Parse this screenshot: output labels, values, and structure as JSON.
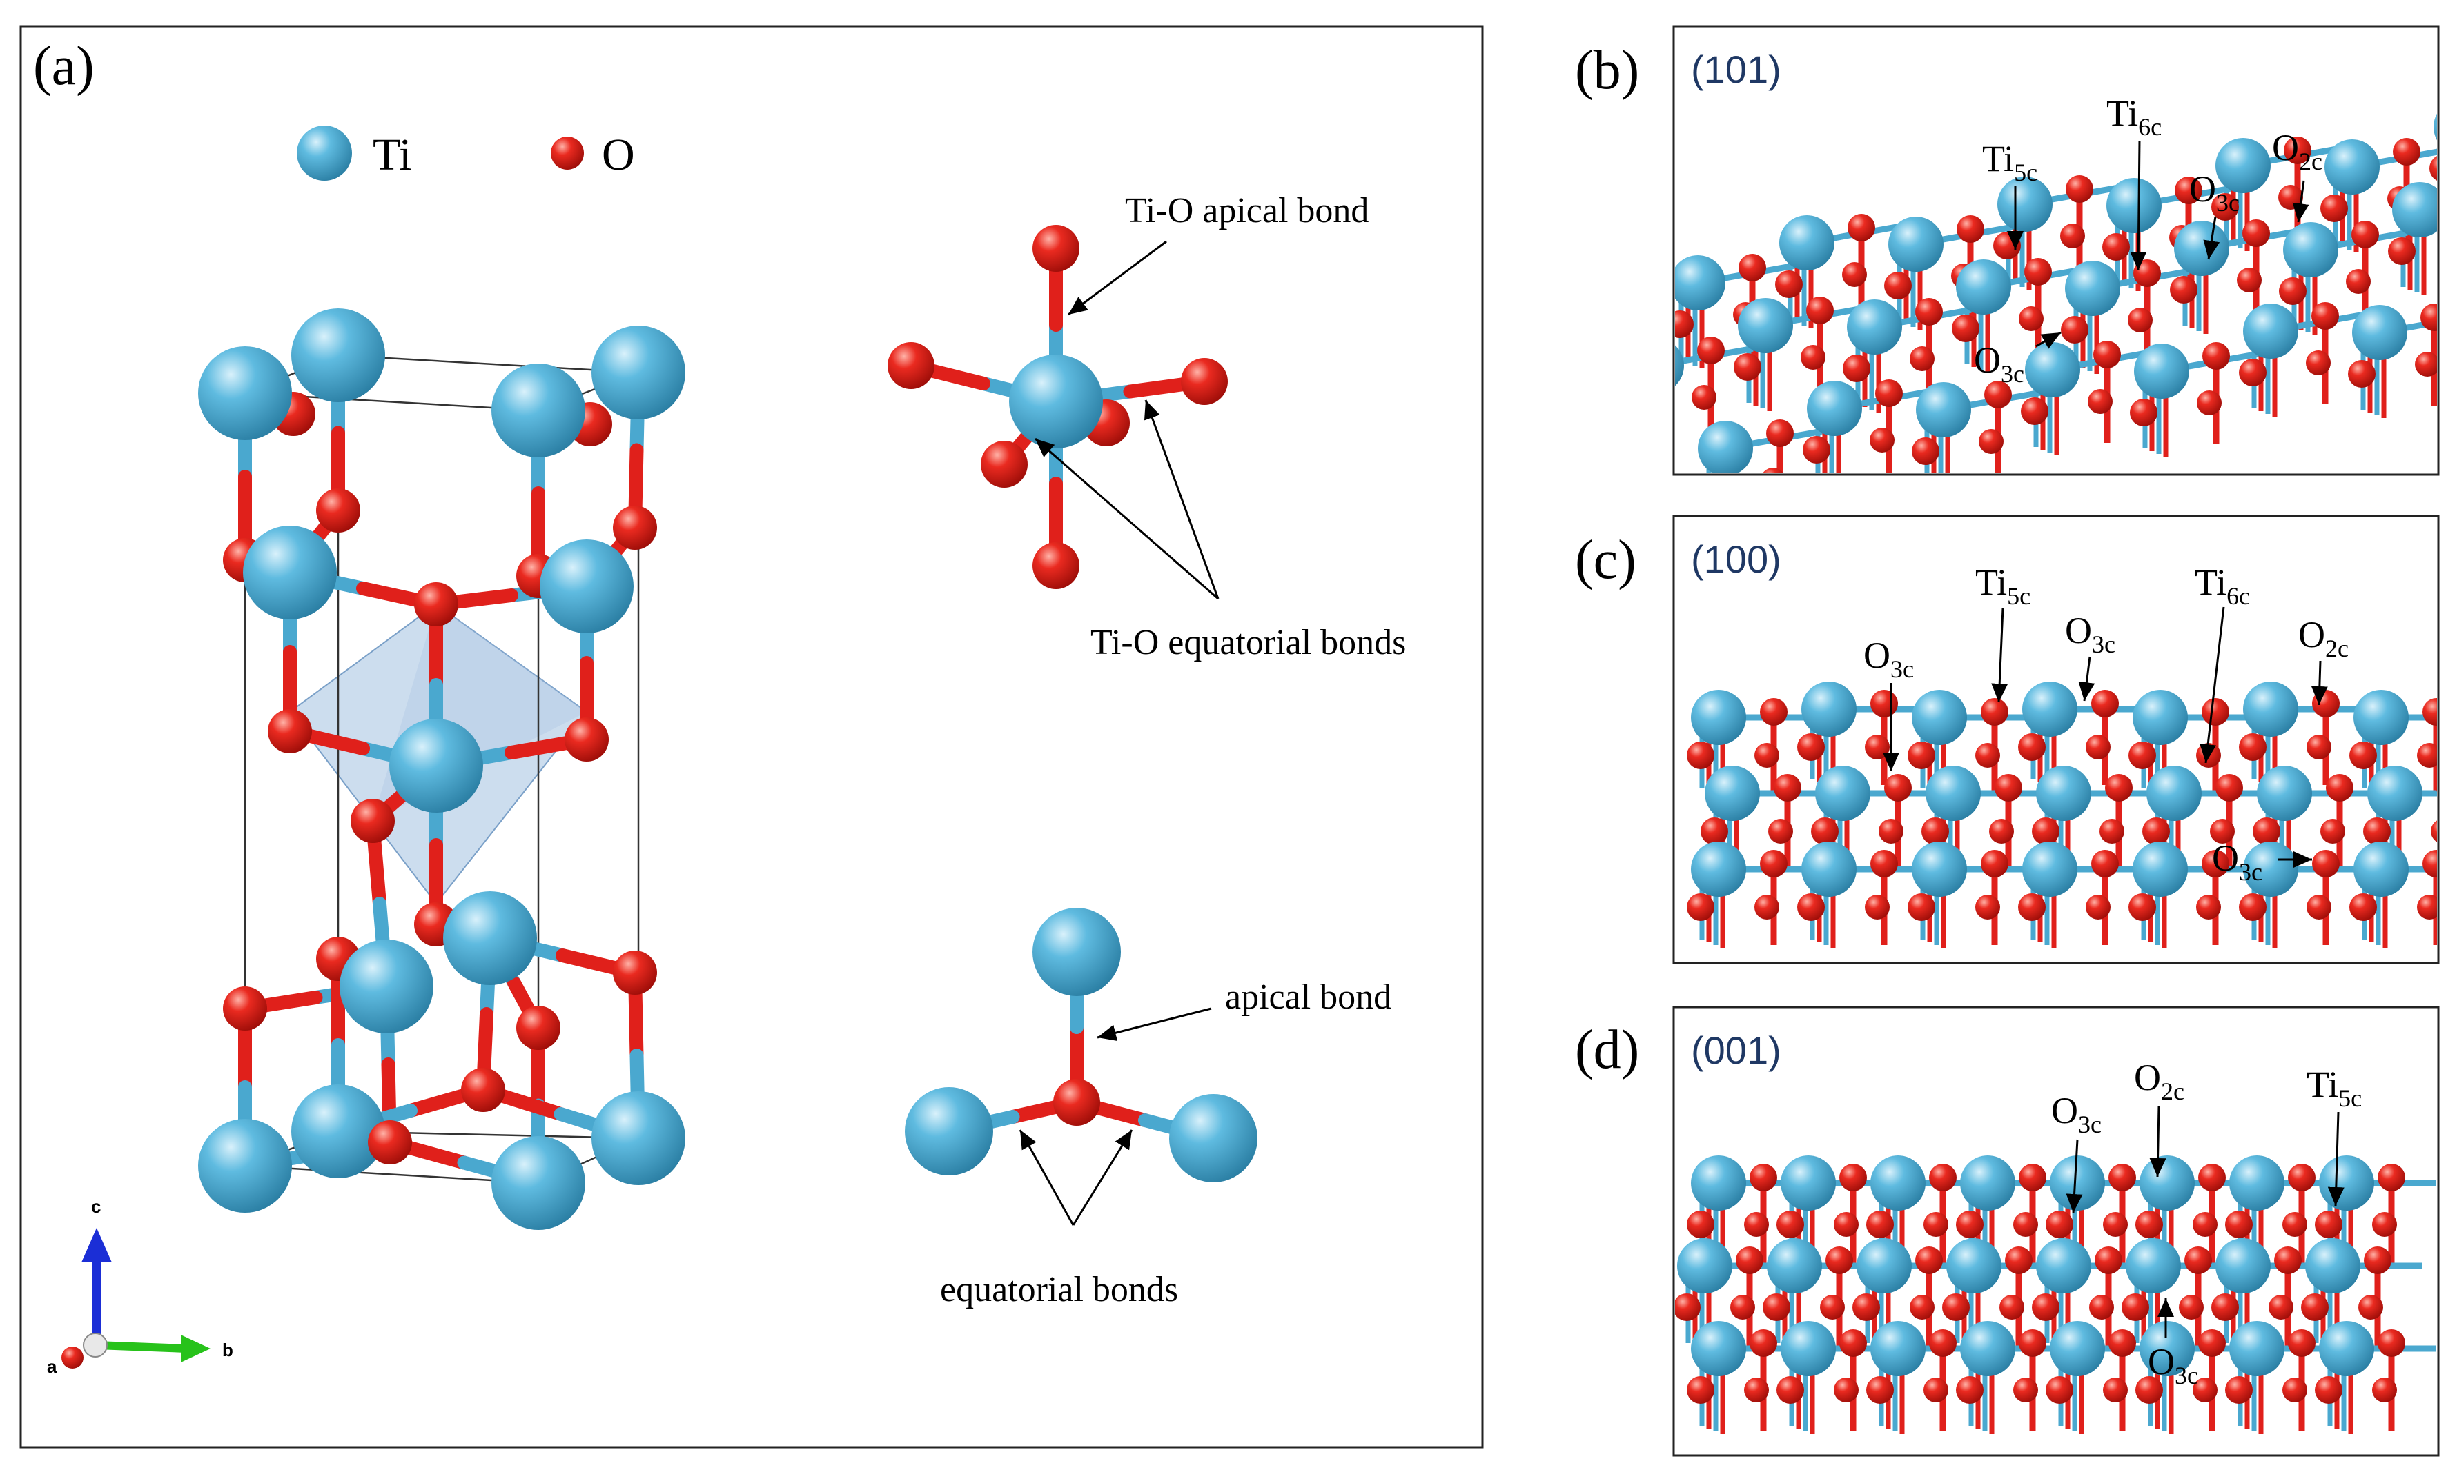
{
  "colors": {
    "ti": "#4aa8cf",
    "o": "#e0201b",
    "cell": "#333333",
    "facet": "#1f3864",
    "polyhedron": "#8fb3d9"
  },
  "panel_a": {
    "label": "(a)",
    "legend": {
      "ti": "Ti",
      "o": "O"
    },
    "octahedron": {
      "apical": "Ti-O apical bond",
      "equatorial": "Ti-O equatorial bonds"
    },
    "oxygen_site": {
      "apical": "apical bond",
      "equatorial": "equatorial bonds"
    },
    "axes": {
      "a": "a",
      "b": "b",
      "c": "c"
    }
  },
  "panel_b": {
    "label": "(b)",
    "facet": "(101)",
    "sites": [
      {
        "base": "Ti",
        "sub": "5c"
      },
      {
        "base": "Ti",
        "sub": "6c"
      },
      {
        "base": "O",
        "sub": "3c"
      },
      {
        "base": "O",
        "sub": "2c"
      },
      {
        "base": "O",
        "sub": "3c"
      }
    ]
  },
  "panel_c": {
    "label": "(c)",
    "facet": "(100)",
    "sites": [
      {
        "base": "O",
        "sub": "3c"
      },
      {
        "base": "Ti",
        "sub": "5c"
      },
      {
        "base": "O",
        "sub": "3c"
      },
      {
        "base": "Ti",
        "sub": "6c"
      },
      {
        "base": "O",
        "sub": "2c"
      },
      {
        "base": "O",
        "sub": "3c"
      }
    ]
  },
  "panel_d": {
    "label": "(d)",
    "facet": "(001)",
    "sites": [
      {
        "base": "O",
        "sub": "3c"
      },
      {
        "base": "O",
        "sub": "2c"
      },
      {
        "base": "Ti",
        "sub": "5c"
      },
      {
        "base": "O",
        "sub": "3c"
      }
    ]
  }
}
